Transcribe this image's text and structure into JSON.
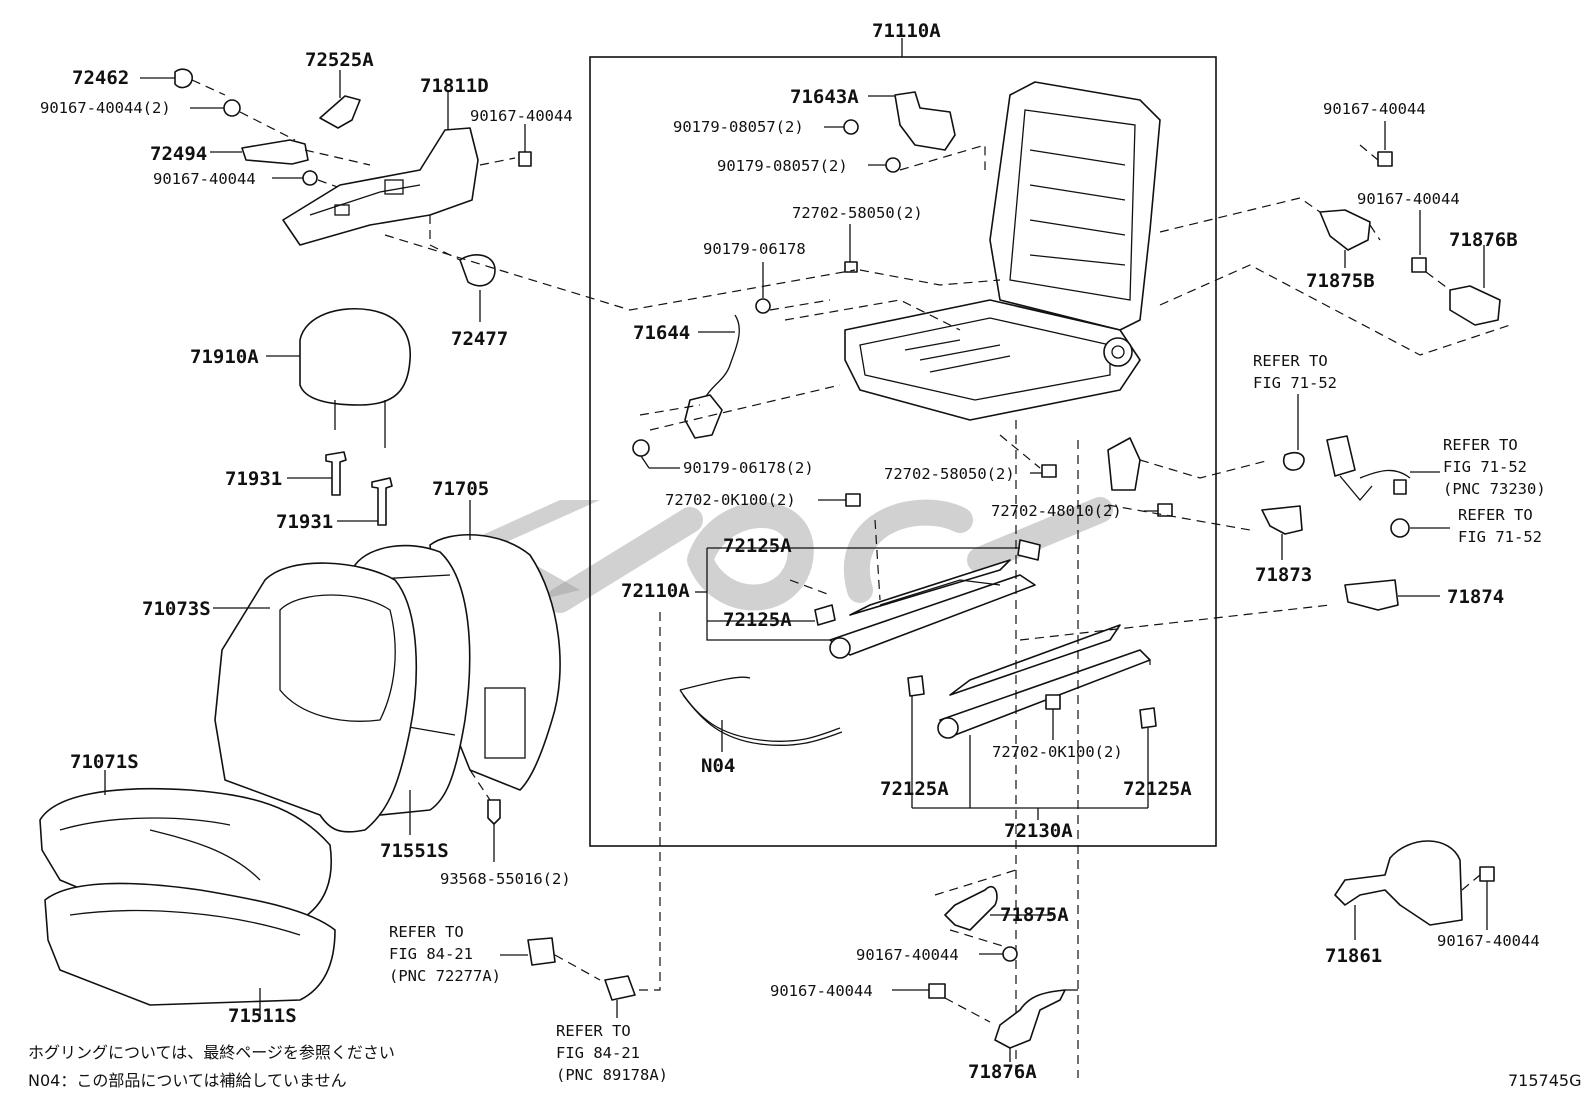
{
  "figure": {
    "id": "715745G",
    "group_frame_label": "71110A",
    "notes": {
      "line1": "ホグリングについては、最終ページを参照ください",
      "line2": "N04：この部品については補給していません"
    }
  },
  "callouts": {
    "c71110A": "71110A",
    "c72462": "72462",
    "c72525A": "72525A",
    "c90167_40044_2a": "90167-40044(2)",
    "c71811D": "71811D",
    "c90167_40044_a": "90167-40044",
    "c72494": "72494",
    "c90167_40044_b": "90167-40044",
    "c72477": "72477",
    "c71643A": "71643A",
    "c90179_08057_2a": "90179-08057(2)",
    "c90179_08057_2b": "90179-08057(2)",
    "c72702_58050_2a": "72702-58050(2)",
    "c90179_06178": "90179-06178",
    "c71644": "71644",
    "c90179_06178_2": "90179-06178(2)",
    "c72702_58050_2b": "72702-58050(2)",
    "c72702_0K100_2a": "72702-0K100(2)",
    "c72702_48010_2": "72702-48010(2)",
    "c72125A_a": "72125A",
    "c72110A": "72110A",
    "c72125A_b": "72125A",
    "cN04": "N04",
    "c72702_0K100_2b": "72702-0K100(2)",
    "c72125A_c": "72125A",
    "c72125A_d": "72125A",
    "c72130A": "72130A",
    "c90167_40044_r1": "90167-40044",
    "c90167_40044_r2": "90167-40044",
    "c71875B": "71875B",
    "c71876B": "71876B",
    "c71873": "71873",
    "c71874": "71874",
    "c71910A": "71910A",
    "c71931a": "71931",
    "c71931b": "71931",
    "c71705": "71705",
    "c71073S": "71073S",
    "c71071S": "71071S",
    "c71551S": "71551S",
    "c93568_55016_2": "93568-55016(2)",
    "c71511S": "71511S",
    "c71875A": "71875A",
    "c90167_40044_c1": "90167-40044",
    "c90167_40044_c2": "90167-40044",
    "c71876A": "71876A",
    "c71861": "71861",
    "c90167_40044_rb": "90167-40044"
  },
  "references": {
    "r1": {
      "line1": "REFER TO",
      "line2": "FIG 71-52"
    },
    "r2": {
      "line1": "REFER TO",
      "line2": "FIG 71-52",
      "line3": "(PNC 73230)"
    },
    "r3": {
      "line1": "REFER TO",
      "line2": "FIG 71-52"
    },
    "r4": {
      "line1": "REFER TO",
      "line2": "FIG 84-21",
      "line3": "(PNC 72277A)"
    },
    "r5": {
      "line1": "REFER TO",
      "line2": "FIG 84-21",
      "line3": "(PNC 89178A)"
    }
  }
}
